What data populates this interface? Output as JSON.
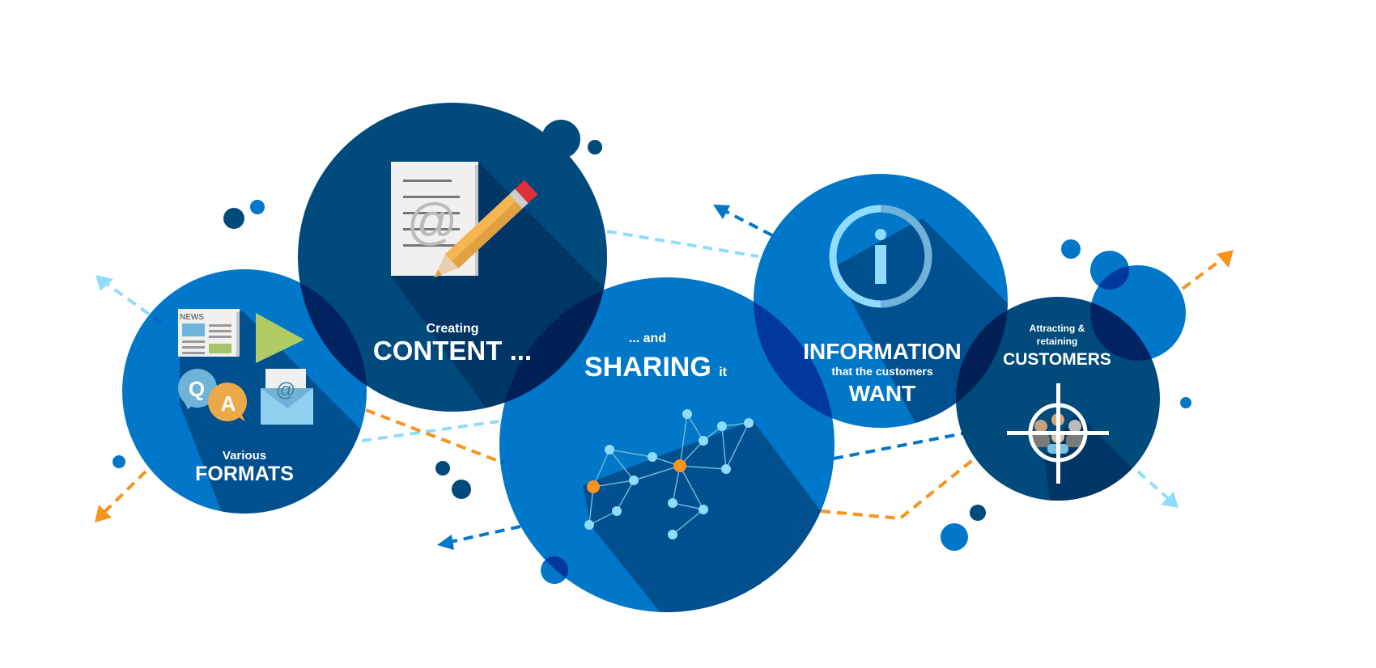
{
  "colors": {
    "blue": "#0077c8",
    "navy": "#004a7c",
    "shadow": "#003478",
    "light_blue": "#8fdcff",
    "orange": "#f7931e"
  },
  "formats": {
    "small": "Various",
    "big": "FORMATS",
    "news_label": "NEWS",
    "q": "Q",
    "a": "A",
    "at": "@"
  },
  "content": {
    "small": "Creating",
    "big": "CONTENT ...",
    "at": "@"
  },
  "sharing": {
    "small": "... and",
    "big": "SHARING",
    "suffix": "it"
  },
  "information": {
    "big": "INFORMATION",
    "small": "that the customers",
    "big2": "WANT",
    "icon_letter": "i"
  },
  "customers": {
    "small1": "Attracting &",
    "small2": "retaining",
    "big": "CUSTOMERS"
  }
}
